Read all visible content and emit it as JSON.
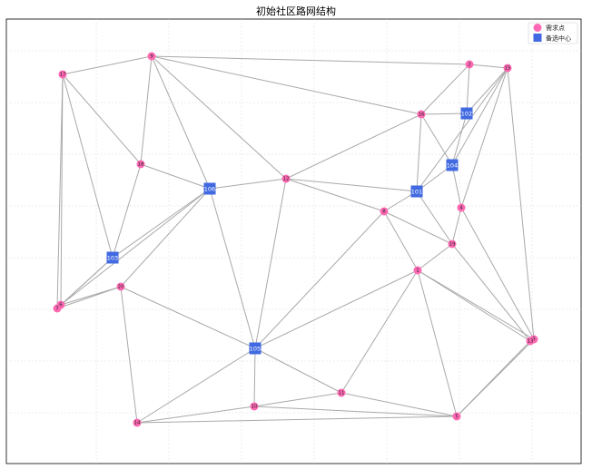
{
  "title": "初始社区路网结构",
  "legend": {
    "demand_label": "需求点",
    "candidate_label": "备选中心"
  },
  "colors": {
    "demand": "#ff69b4",
    "candidate": "#4169e1",
    "edge": "#a9a9a9",
    "grid": "#d8d8d8"
  },
  "demand_nodes": [
    {
      "id": "1"
    },
    {
      "id": "2"
    },
    {
      "id": "3"
    },
    {
      "id": "4"
    },
    {
      "id": "5"
    },
    {
      "id": "6"
    },
    {
      "id": "7"
    },
    {
      "id": "8"
    },
    {
      "id": "9"
    },
    {
      "id": "10"
    },
    {
      "id": "11"
    },
    {
      "id": "12"
    },
    {
      "id": "13"
    },
    {
      "id": "14"
    },
    {
      "id": "15"
    },
    {
      "id": "16"
    },
    {
      "id": "17"
    },
    {
      "id": "18"
    },
    {
      "id": "19"
    },
    {
      "id": "20"
    }
  ],
  "candidate_nodes": [
    {
      "id": "101"
    },
    {
      "id": "102"
    },
    {
      "id": "103"
    },
    {
      "id": "104"
    },
    {
      "id": "105"
    },
    {
      "id": "106"
    }
  ],
  "edges": [
    [
      "17",
      "18"
    ],
    [
      "17",
      "6"
    ],
    [
      "17",
      "7"
    ],
    [
      "17",
      "103"
    ],
    [
      "17",
      "9"
    ],
    [
      "9",
      "18"
    ],
    [
      "9",
      "106"
    ],
    [
      "9",
      "12"
    ],
    [
      "9",
      "16"
    ],
    [
      "9",
      "2"
    ],
    [
      "18",
      "103"
    ],
    [
      "18",
      "106"
    ],
    [
      "106",
      "103"
    ],
    [
      "106",
      "20"
    ],
    [
      "106",
      "105"
    ],
    [
      "106",
      "12"
    ],
    [
      "106",
      "6"
    ],
    [
      "103",
      "6"
    ],
    [
      "103",
      "7"
    ],
    [
      "20",
      "6"
    ],
    [
      "20",
      "14"
    ],
    [
      "20",
      "105"
    ],
    [
      "20",
      "7"
    ],
    [
      "12",
      "105"
    ],
    [
      "12",
      "16"
    ],
    [
      "12",
      "8"
    ],
    [
      "12",
      "101"
    ],
    [
      "16",
      "2"
    ],
    [
      "16",
      "102"
    ],
    [
      "16",
      "101"
    ],
    [
      "16",
      "104"
    ],
    [
      "2",
      "102"
    ],
    [
      "2",
      "15"
    ],
    [
      "15",
      "102"
    ],
    [
      "15",
      "104"
    ],
    [
      "15",
      "101"
    ],
    [
      "15",
      "4"
    ],
    [
      "15",
      "3"
    ],
    [
      "102",
      "104"
    ],
    [
      "104",
      "101"
    ],
    [
      "104",
      "4"
    ],
    [
      "101",
      "8"
    ],
    [
      "101",
      "19"
    ],
    [
      "8",
      "19"
    ],
    [
      "8",
      "1"
    ],
    [
      "8",
      "105"
    ],
    [
      "4",
      "19"
    ],
    [
      "4",
      "3"
    ],
    [
      "19",
      "1"
    ],
    [
      "19",
      "13"
    ],
    [
      "1",
      "105"
    ],
    [
      "1",
      "11"
    ],
    [
      "1",
      "5"
    ],
    [
      "1",
      "13"
    ],
    [
      "1",
      "3"
    ],
    [
      "105",
      "11"
    ],
    [
      "105",
      "10"
    ],
    [
      "105",
      "14"
    ],
    [
      "11",
      "10"
    ],
    [
      "11",
      "5"
    ],
    [
      "10",
      "14"
    ],
    [
      "10",
      "5"
    ],
    [
      "14",
      "5"
    ],
    [
      "5",
      "13"
    ],
    [
      "5",
      "3"
    ],
    [
      "13",
      "3"
    ]
  ]
}
